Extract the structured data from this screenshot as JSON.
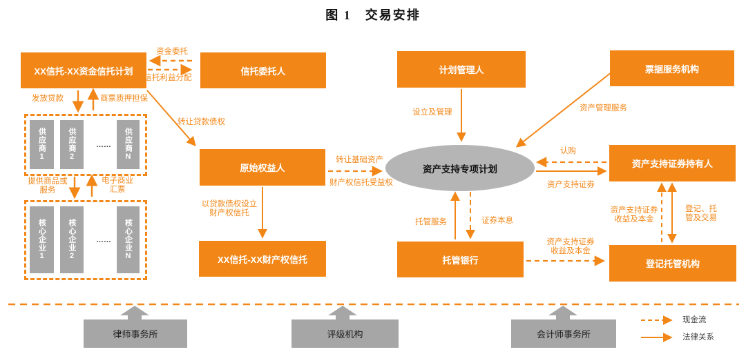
{
  "title": "图 1　交易安排",
  "colors": {
    "accent_orange": "#F28718",
    "node_gray": "#A6A6A6",
    "ellipse_gray": "#B5B5B5",
    "text_on_orange": "#ffffff"
  },
  "nodes": {
    "fund_trust_plan": "XX信托-XX资金信托计划",
    "trust_principal": "信托委托人",
    "plan_manager": "计划管理人",
    "bill_service": "票据服务机构",
    "original_holder": "原始权益人",
    "abs_holders": "资产支持证券持有人",
    "property_trust": "XX信托-XX财产权信托",
    "custodian_bank": "托管银行",
    "registry": "登记托管机构",
    "spv": "资产支持专项计划",
    "law_firm": "律师事务所",
    "rating_agency": "评级机构",
    "accounting_firm": "会计师事务所"
  },
  "suppliers": [
    "供应商1",
    "供应商2",
    "……",
    "供应商N"
  ],
  "core_enterprises": [
    "核心企业1",
    "核心企业2",
    "……",
    "核心企业N"
  ],
  "edges": {
    "fund_entrust": "资金委托",
    "trust_benefit_dist": "信托利益分配",
    "issue_loans": "发放贷款",
    "bill_pledge": "商票质押担保",
    "transfer_loan_claims": "转让贷款债权",
    "provide_goods": "提供商品或\n服务",
    "e_commercial_bill": "电子商业\n汇票",
    "create_property_trust": "以贷款债权设立\n财产权信托",
    "transfer_base_assets": "转让基础资产",
    "property_trust_benefit": "财产权信托受益权",
    "establish_manage": "设立及管理",
    "asset_mgmt_service": "资产管理服务",
    "subscribe": "认购",
    "abs": "资产支持证券",
    "custody_service": "托管服务",
    "securities_principal_interest": "证券本息",
    "abs_income_principal_left": "资产支持证券\n收益及本金",
    "abs_income_principal_bottom": "资产支持证券\n收益及本金",
    "register_custody_trade": "登记、托\n管及交易"
  },
  "legend": {
    "cash_flow": "现金流",
    "legal_relation": "法律关系"
  }
}
